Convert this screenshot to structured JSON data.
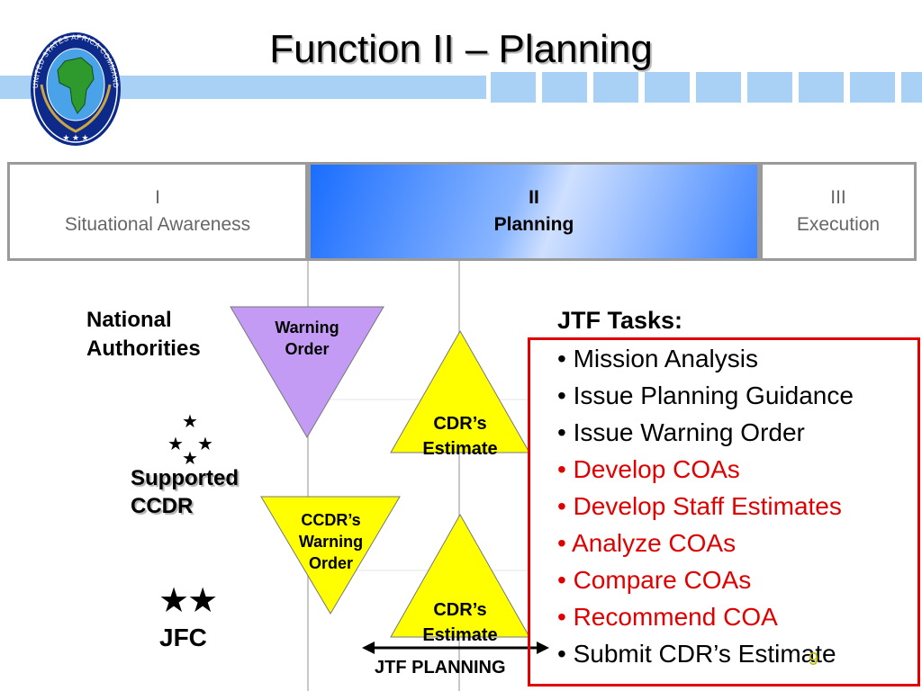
{
  "title": "Function II – Planning",
  "logo": {
    "ring_text": "UNITED STATES AFRICA COMMAND",
    "icon": "africa-command-seal-icon"
  },
  "phases": [
    {
      "numeral": "I",
      "label": "Situational Awareness"
    },
    {
      "numeral": "II",
      "label": "Planning"
    },
    {
      "numeral": "III",
      "label": "Execution"
    }
  ],
  "levels": {
    "national": "National Authorities",
    "supported_ccdr": "Supported CCDR",
    "jfc": "JFC",
    "ccdr_stars": "★★★★",
    "jfc_stars": "★★"
  },
  "shapes": {
    "warning_order": "Warning Order",
    "cdr_estimate_1": "CDR’s Estimate",
    "ccdr_warning_order": "CCDR’s Warning Order",
    "cdr_estimate_2": "CDR’s Estimate"
  },
  "jtf_planning": "JTF PLANNING",
  "tasks": {
    "heading": "JTF Tasks:",
    "items": [
      {
        "text": "• Mission Analysis",
        "color": "#000000"
      },
      {
        "text": "• Issue Planning Guidance",
        "color": "#000000"
      },
      {
        "text": "• Issue Warning Order",
        "color": "#000000"
      },
      {
        "text": "• Develop COAs",
        "color": "#e00000"
      },
      {
        "text": "• Develop Staff Estimates",
        "color": "#e00000"
      },
      {
        "text": "• Analyze COAs",
        "color": "#e00000"
      },
      {
        "text": "• Compare COAs",
        "color": "#e00000"
      },
      {
        "text": "• Recommend COA",
        "color": "#e00000"
      },
      {
        "text": "• Submit CDR’s Estimate",
        "color": "#000000"
      }
    ]
  },
  "slide_number": "9",
  "colors": {
    "stripe": "#a9d0f5",
    "warning_triangle": "#c39bf5",
    "estimate_triangle": "#ffff00",
    "tasks_border": "#e00000",
    "planning_blue": "#1a6dff"
  }
}
